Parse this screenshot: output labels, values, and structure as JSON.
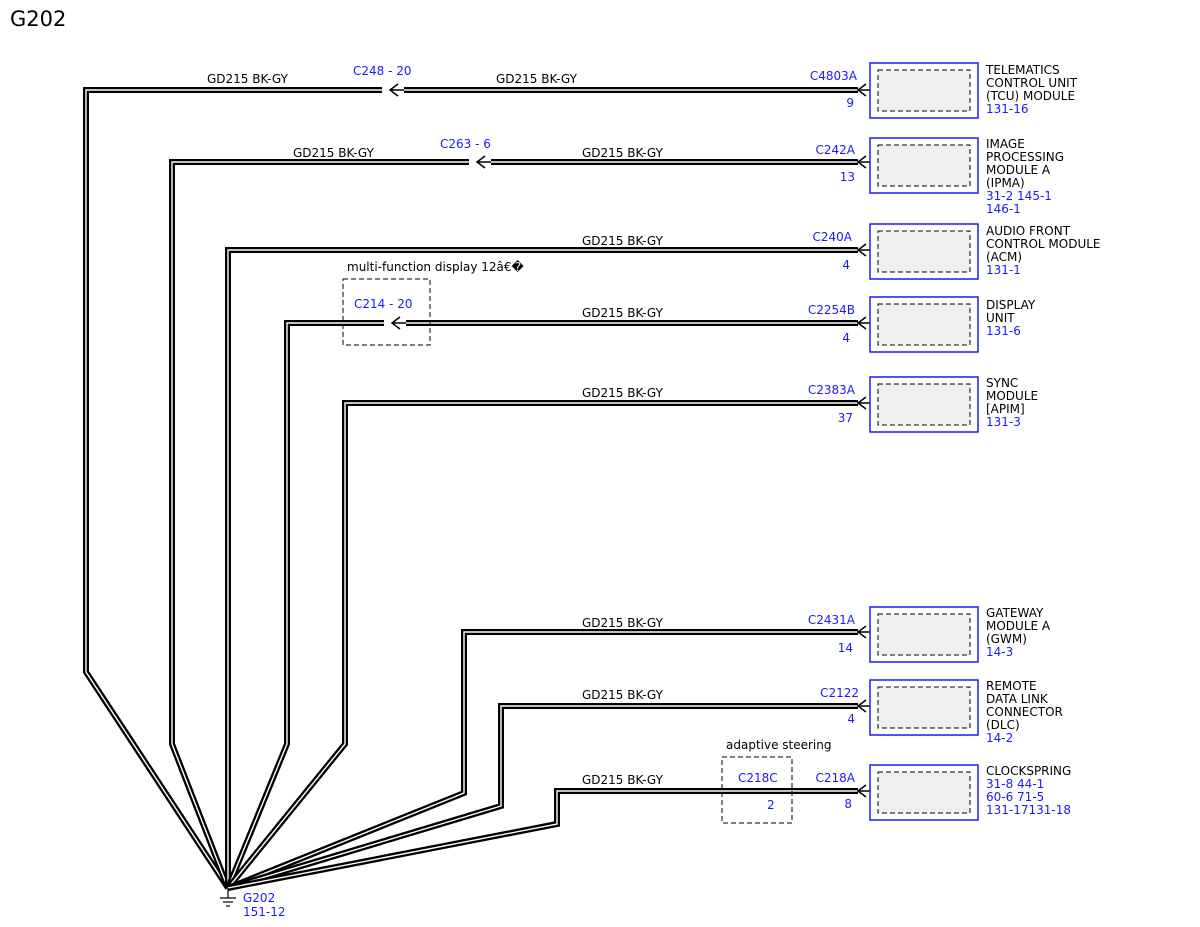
{
  "title": "G202",
  "wire_label": "GD215  BK-GY",
  "ground": {
    "name": "G202",
    "ref": "151-12"
  },
  "inline_connectors": {
    "c248": "C248 -  20",
    "c263": "C263 -  6",
    "c214": "C214 -  20",
    "c218c": "C218C",
    "c218c_pin": "2"
  },
  "dashed_notes": {
    "mfd": "multi-function display 12â€�",
    "adaptive": "adaptive steering"
  },
  "modules": [
    {
      "connector": "C4803A",
      "pin": "9",
      "lines": [
        "TELEMATICS",
        "CONTROL UNIT",
        "(TCU) MODULE"
      ],
      "refs": [
        "131-16"
      ]
    },
    {
      "connector": "C242A",
      "pin": "13",
      "lines": [
        "IMAGE",
        "PROCESSING",
        "MODULE A",
        "(IPMA)"
      ],
      "refs": [
        "31-2  145-1",
        "146-1"
      ]
    },
    {
      "connector": "C240A",
      "pin": "4",
      "lines": [
        "AUDIO FRONT",
        "CONTROL MODULE",
        "(ACM)"
      ],
      "refs": [
        "131-1"
      ]
    },
    {
      "connector": "C2254B",
      "pin": "4",
      "lines": [
        "DISPLAY",
        "UNIT"
      ],
      "refs": [
        "131-6"
      ]
    },
    {
      "connector": "C2383A",
      "pin": "37",
      "lines": [
        "SYNC",
        "MODULE",
        "[APIM]"
      ],
      "refs": [
        "131-3"
      ]
    },
    {
      "connector": "C2431A",
      "pin": "14",
      "lines": [
        "GATEWAY",
        "MODULE A",
        "(GWM)"
      ],
      "refs": [
        "14-3"
      ]
    },
    {
      "connector": "C2122",
      "pin": "4",
      "lines": [
        "REMOTE",
        "DATA LINK",
        "CONNECTOR",
        "(DLC)"
      ],
      "refs": [
        "14-2"
      ]
    },
    {
      "connector": "C218A",
      "pin": "8",
      "lines": [
        "CLOCKSPRING"
      ],
      "refs": [
        "31-8  44-1",
        "60-6  71-5",
        "131-17131-18"
      ]
    }
  ],
  "colors": {
    "blue": "#1a1aff",
    "black": "#000000",
    "module_fill": "#f0f0f0"
  }
}
